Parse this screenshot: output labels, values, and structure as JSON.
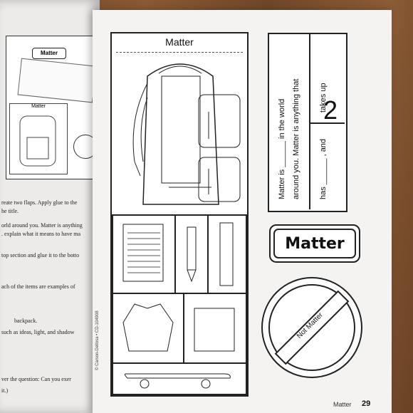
{
  "left_page": {
    "thumb_title": "Matter",
    "thumb_sub": "Matter",
    "lines": [
      "reate two flaps. Apply glue to the",
      "he title.",
      "orld around you. Matter is anything",
      ". explain what it means to have ma",
      "top section and glue it to the botto",
      "ach of the items are examples of",
      "backpack.",
      "such as ideas, light, and shadow",
      "ver the question: Can you exer",
      " it.)"
    ]
  },
  "main": {
    "title": "Matter"
  },
  "flap": {
    "line1a": "Matter is",
    "line1b": "in the world",
    "line2": "around you. Matter is anything that",
    "line3": "takes up",
    "number": "2",
    "line4a": "has",
    "line4b": ", and"
  },
  "label": {
    "text": "Matter"
  },
  "circle": {
    "text": "Not Matter"
  },
  "footer": {
    "copyright": "© Carson-Dellosa • CD-104908",
    "section": "Matter",
    "page": "29"
  }
}
